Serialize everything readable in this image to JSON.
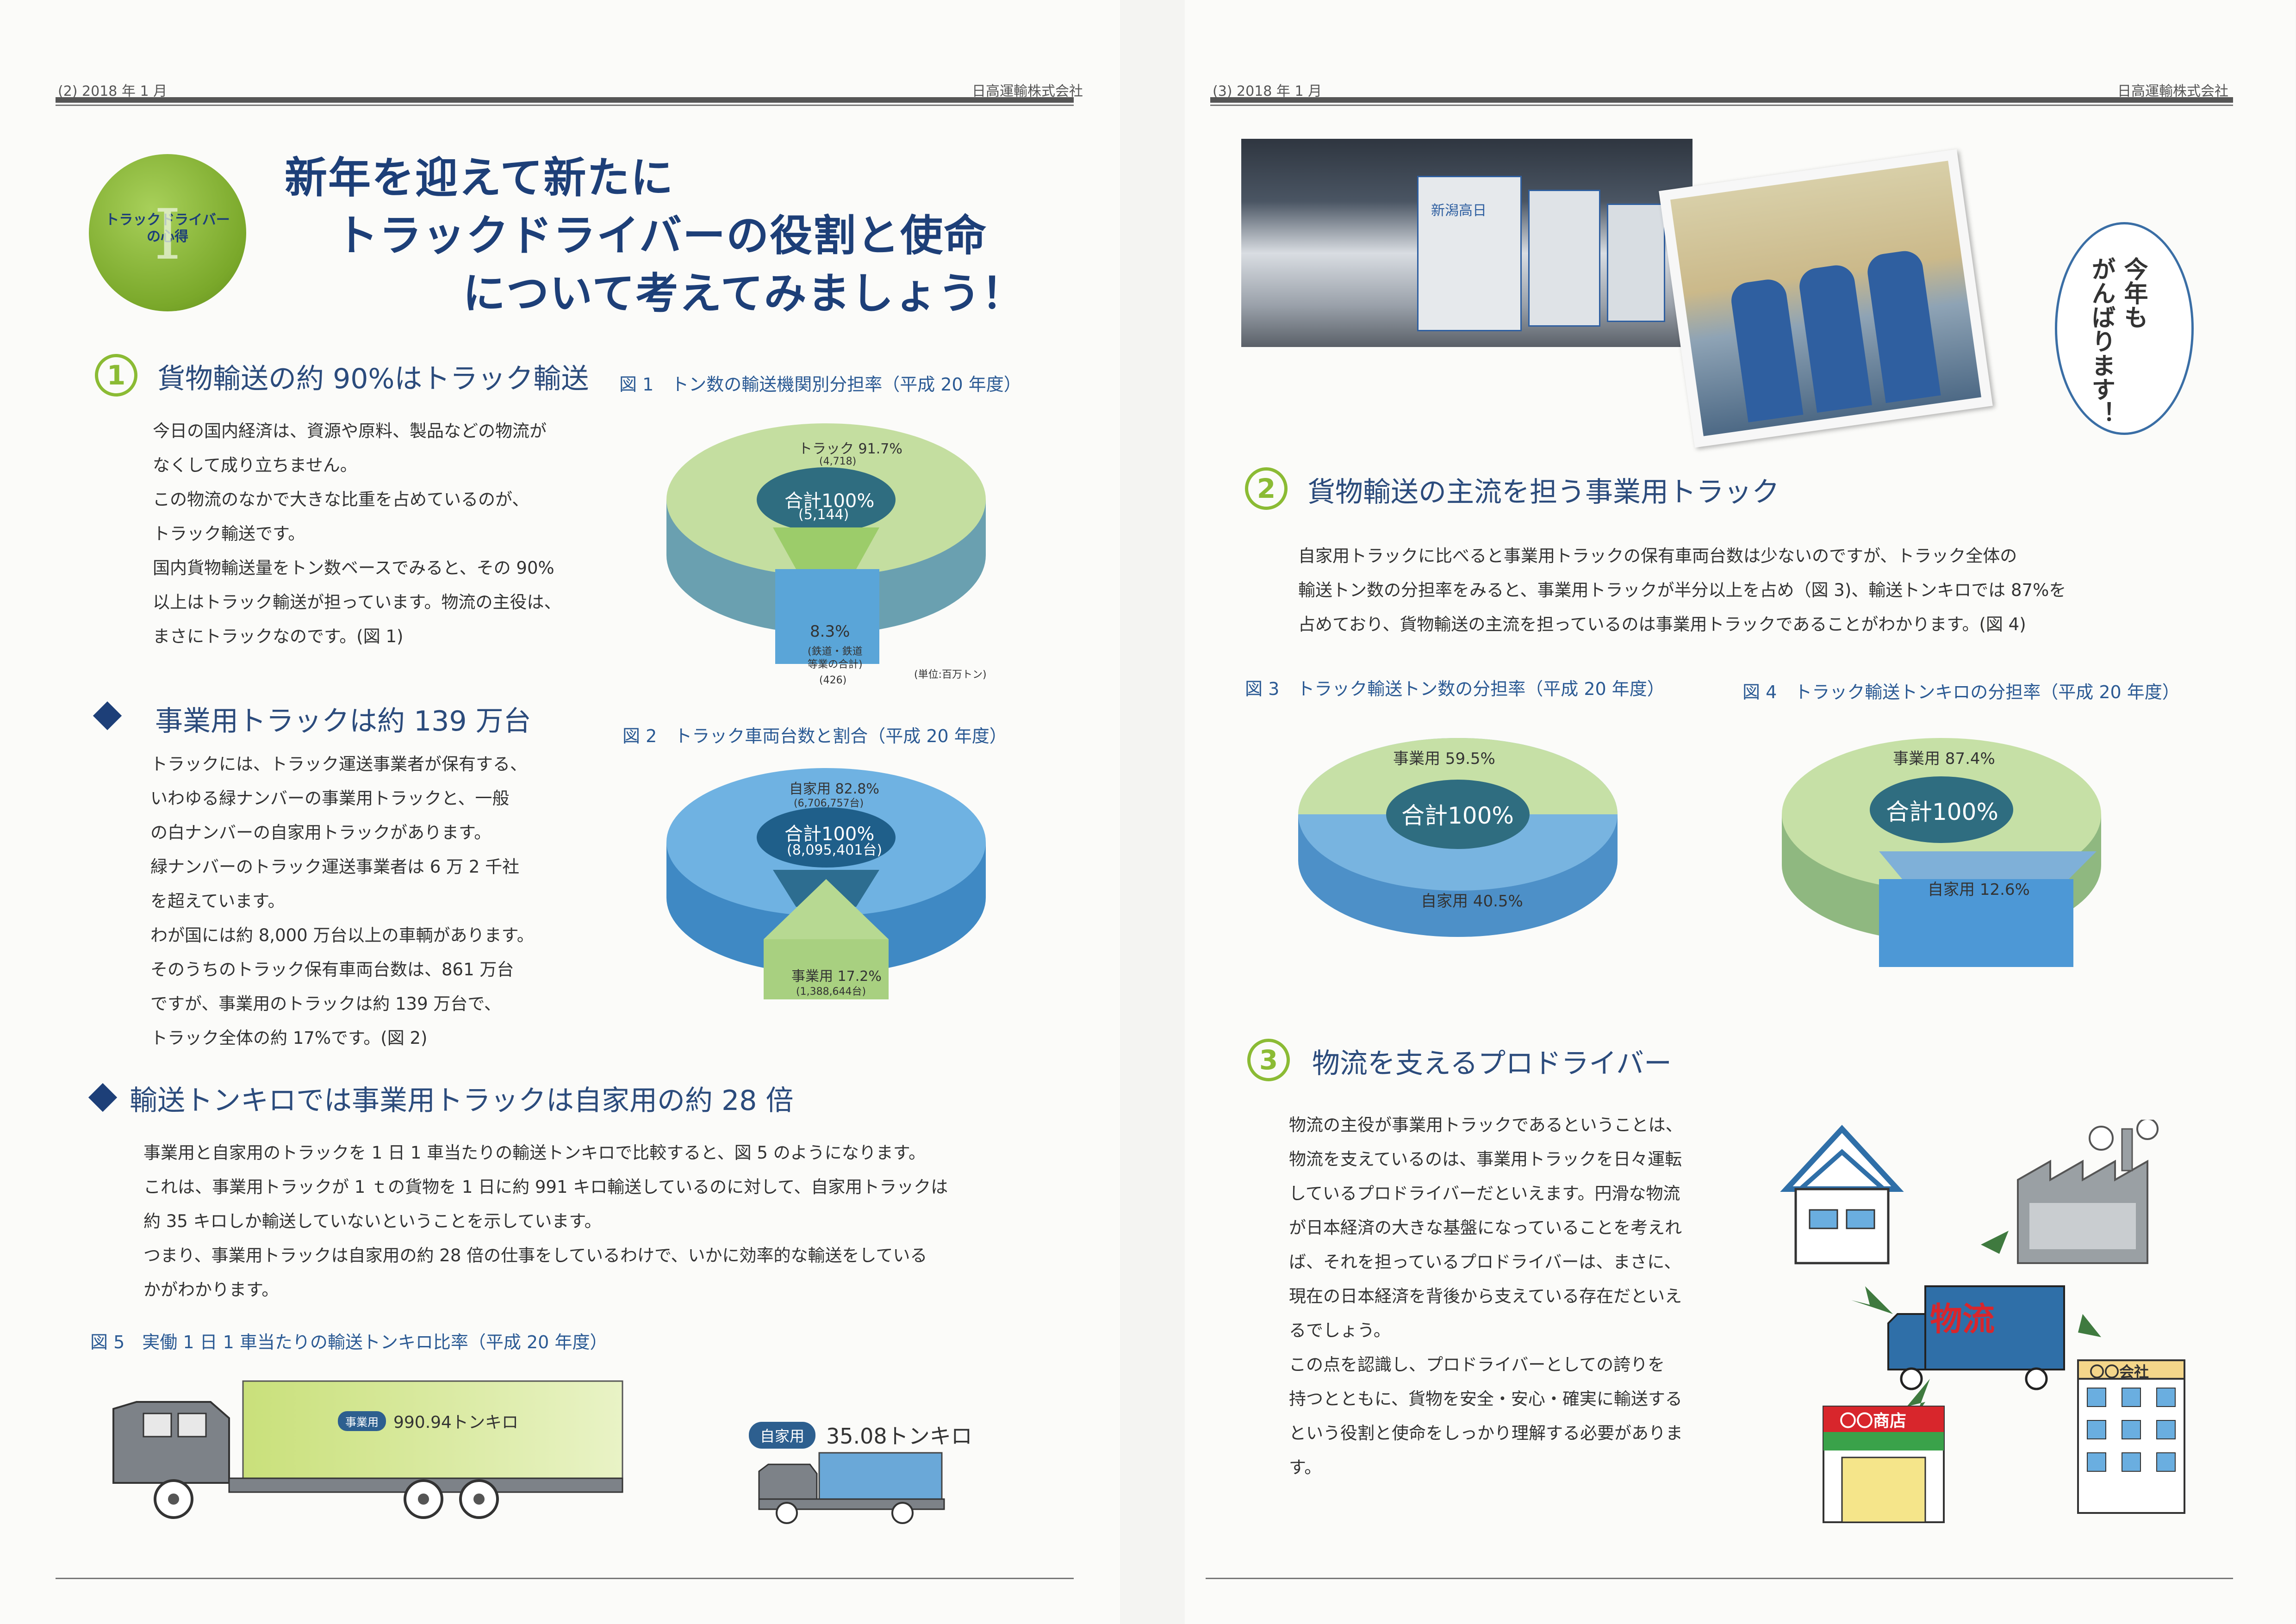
{
  "header": {
    "left": {
      "page": "(2) 2018 年 1 月",
      "company": "日高運輸株式会社"
    },
    "right": {
      "page": "(3) 2018 年 1 月",
      "company": "日高運輸株式会社"
    }
  },
  "badge": {
    "line1": "トラックドライバー",
    "line2": "の心得",
    "numeral": "I"
  },
  "title": {
    "line1": "新年を迎えて新たに",
    "line2": "トラックドライバーの役割と使命",
    "line3": "について考えてみましょう！"
  },
  "section1": {
    "num": "1",
    "heading": "貨物輸送の約 90%はトラック輸送",
    "body": [
      "今日の国内経済は、資源や原料、製品などの物流が",
      "なくして成り立ちません。",
      "この物流のなかで大きな比重を占めているのが、",
      "トラック輸送です。",
      "国内貨物輸送量をトン数ベースでみると、その 90%",
      "以上はトラック輸送が担っています。物流の主役は、",
      "まさにトラックなのです。(図 1)"
    ]
  },
  "fig1": {
    "caption": "図 1　トン数の輸送機関別分担率（平成 20 年度）",
    "total_label": "合計100%",
    "total_value": "(5,144)",
    "slice_big_label": "トラック 91.7%",
    "slice_big_value": "(4,718)",
    "slice_small_label": "8.3%",
    "slice_small_sub1": "(鉄道・鉄道",
    "slice_small_sub2": "等業の合計)",
    "slice_small_value": "(426)",
    "unit": "(単位:百万トン)"
  },
  "section2": {
    "heading": "事業用トラックは約 139 万台",
    "body": [
      "トラックには、トラック運送事業者が保有する、",
      "いわゆる緑ナンバーの事業用トラックと、一般",
      "の白ナンバーの自家用トラックがあります。",
      "緑ナンバーのトラック運送事業者は 6 万 2 千社",
      "を超えています。",
      "わが国には約 8,000 万台以上の車輌があります。",
      "そのうちのトラック保有車両台数は、861 万台",
      "ですが、事業用のトラックは約 139 万台で、",
      "トラック全体の約 17%です。(図 2)"
    ]
  },
  "fig2": {
    "caption": "図 2　トラック車両台数と割合（平成 20 年度）",
    "total_label": "合計100%",
    "total_value": "(8,095,401台)",
    "slice_big_label": "自家用 82.8%",
    "slice_big_value": "(6,706,757台)",
    "slice_small_label": "事業用 17.2%",
    "slice_small_value": "(1,388,644台)"
  },
  "section3": {
    "heading": "輸送トンキロでは事業用トラックは自家用の約 28 倍",
    "body": [
      "事業用と自家用のトラックを 1 日 1 車当たりの輸送トンキロで比較すると、図 5 のようになります。",
      "これは、事業用トラックが 1 ｔの貨物を 1 日に約 991 キロ輸送しているのに対して、自家用トラックは",
      "約 35 キロしか輸送していないということを示しています。",
      "つまり、事業用トラックは自家用の約 28 倍の仕事をしているわけで、いかに効率的な輸送をしている",
      "かがわかります。"
    ]
  },
  "fig5": {
    "caption": "図 5　実働 1 日 1 車当たりの輸送トンキロ比率（平成 20 年度）",
    "business_tag": "事業用",
    "business_value": "990.94トンキロ",
    "private_tag": "自家用",
    "private_value": "35.08トンキロ"
  },
  "photo": {
    "truck_door_text": "新潟高日",
    "bubble": [
      "今年も",
      "がんばります！"
    ]
  },
  "section4": {
    "num": "2",
    "heading": "貨物輸送の主流を担う事業用トラック",
    "body": [
      "自家用トラックに比べると事業用トラックの保有車両台数は少ないのですが、トラック全体の",
      "輸送トン数の分担率をみると、事業用トラックが半分以上を占め（図 3)、輸送トンキロでは 87%を",
      "占めており、貨物輸送の主流を担っているのは事業用トラックであることがわかります。(図 4)"
    ]
  },
  "fig3": {
    "caption": "図 3　トラック輸送トン数の分担率（平成 20 年度）",
    "total_label": "合計100%",
    "slice_a_label": "事業用 59.5%",
    "slice_b_label": "自家用 40.5%"
  },
  "fig4": {
    "caption": "図 4　トラック輸送トンキロの分担率（平成 20 年度）",
    "total_label": "合計100%",
    "slice_a_label": "事業用 87.4%",
    "slice_b_label": "自家用 12.6%"
  },
  "section5": {
    "num": "3",
    "heading": "物流を支えるプロドライバー",
    "body": [
      "物流の主役が事業用トラックであるということは、",
      "物流を支えているのは、事業用トラックを日々運転",
      "しているプロドライバーだといえます。円滑な物流",
      "が日本経済の大きな基盤になっていることを考えれ",
      "ば、それを担っているプロドライバーは、まさに、",
      "現在の日本経済を背後から支えている存在だといえ",
      "るでしょう。",
      "この点を認識し、プロドライバーとしての誇りを",
      "持つとともに、貨物を安全・安心・確実に輸送する",
      "という役割と使命をしっかり理解する必要がありま",
      "す。"
    ]
  },
  "illustration": {
    "truck_label": "物流",
    "company_sign": "〇〇会社",
    "shop_sign": "〇〇商店"
  }
}
